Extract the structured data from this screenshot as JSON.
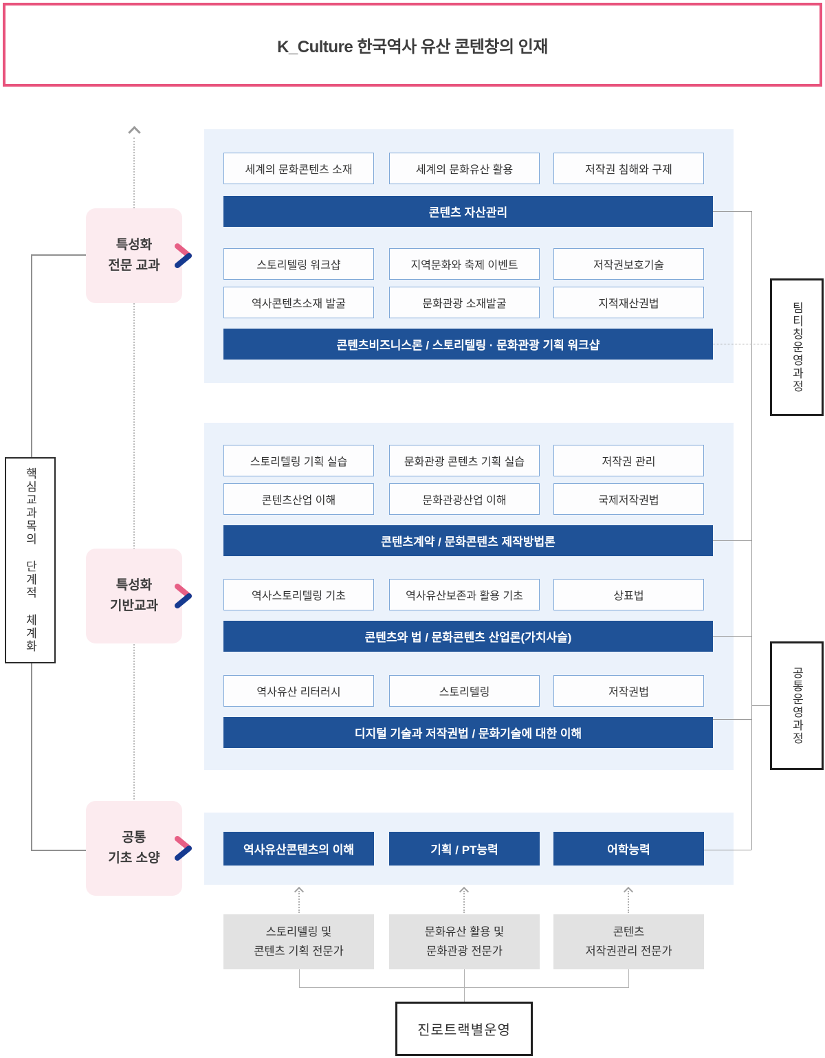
{
  "header": {
    "title": "K_Culture 한국역사 유산 콘텐창의 인재"
  },
  "left": {
    "axis_label": "핵심교과목의 단계적 체계화",
    "levels": [
      {
        "line1": "특성화",
        "line2": "전문 교과"
      },
      {
        "line1": "특성화",
        "line2": "기반교과"
      },
      {
        "line1": "공통",
        "line2": "기초 소양"
      }
    ]
  },
  "right": {
    "team_teaching_label": "팀티칭운영과정",
    "common_operation_label": "공통운영과정"
  },
  "panel_advanced": {
    "row1": [
      "세계의 문화콘텐츠 소재",
      "세계의 문화유산 활용",
      "저작권 침해와 구제"
    ],
    "banner1": "콘텐츠 자산관리",
    "row2": [
      "스토리텔링 워크샵",
      "지역문화와 축제 이벤트",
      "저작권보호기술"
    ],
    "row3": [
      "역사콘텐츠소재 발굴",
      "문화관광 소재발굴",
      "지적재산권법"
    ],
    "banner2": "콘텐츠비즈니스론 / 스토리텔링 · 문화관광 기획 워크샵"
  },
  "panel_foundation": {
    "row1": [
      "스토리텔링 기획 실습",
      "문화관광 콘텐츠 기획 실습",
      "저작권 관리"
    ],
    "row2": [
      "콘텐츠산업 이해",
      "문화관광산업 이해",
      "국제저작권법"
    ],
    "banner1": "콘텐츠계약 / 문화콘텐츠 제작방법론",
    "row3": [
      "역사스토리텔링 기초",
      "역사유산보존과 활용 기초",
      "상표법"
    ],
    "banner2": "콘텐츠와 법 / 문화콘텐츠 산업론(가치사슬)",
    "row4": [
      "역사유산 리터러시",
      "스토리텔링",
      "저작권법"
    ],
    "banner3": "디지털 기술과 저작권법 / 문화기술에 대한 이해"
  },
  "panel_basic": {
    "items": [
      "역사유산콘텐츠의 이해",
      "기획 / PT능력",
      "어학능력"
    ]
  },
  "careers": [
    {
      "line1": "스토리텔링 및",
      "line2": "콘텐츠 기획 전문가"
    },
    {
      "line1": "문화유산 활용 및",
      "line2": "문화관광 전문가"
    },
    {
      "line1": "콘텐츠",
      "line2": "저작권관리 전문가"
    }
  ],
  "career_track_label": "진로트랙별운영",
  "colors": {
    "accent_pink": "#e8537c",
    "navy": "#1f5297",
    "chevron_pink": "#e75f85",
    "chevron_navy": "#163a90",
    "panel_blue": "#ebf2fb",
    "course_border_blue": "#7fa8d8",
    "career_gray": "#e2e2e2"
  }
}
